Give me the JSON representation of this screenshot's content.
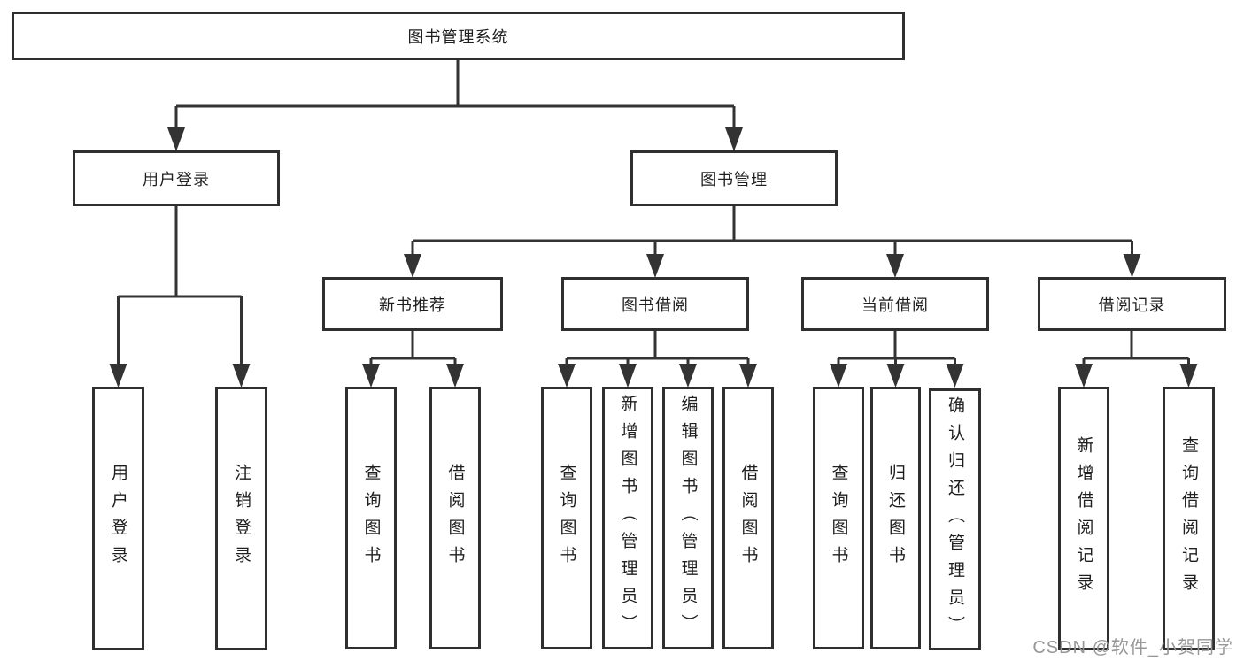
{
  "diagram": {
    "root": {
      "label": "图书管理系统"
    },
    "level2": {
      "user_login": {
        "label": "用户登录"
      },
      "book_management": {
        "label": "图书管理"
      }
    },
    "level3": {
      "new_book_recommendation": {
        "label": "新书推荐"
      },
      "book_borrowing": {
        "label": "图书借阅"
      },
      "current_borrowing": {
        "label": "当前借阅"
      },
      "borrowing_records": {
        "label": "借阅记录"
      }
    },
    "leaves": {
      "user_login": [
        "用户登录",
        "注销登录"
      ],
      "new_book_recommendation": [
        "查询图书",
        "借阅图书"
      ],
      "book_borrowing": [
        "查询图书",
        "新增图书（管理员）",
        "编辑图书（管理员）",
        "借阅图书"
      ],
      "current_borrowing": [
        "查询图书",
        "归还图书",
        "确认归还（管理员）"
      ],
      "borrowing_records": [
        "新增借阅记录",
        "查询借阅记录"
      ]
    }
  },
  "watermark": {
    "text": "CSDN @软件_小贺同学"
  },
  "colors": {
    "line": "#333333",
    "box_border": "#2f2f2f",
    "text": "#1f1f1f",
    "watermark": "#979797",
    "background": "#ffffff"
  }
}
